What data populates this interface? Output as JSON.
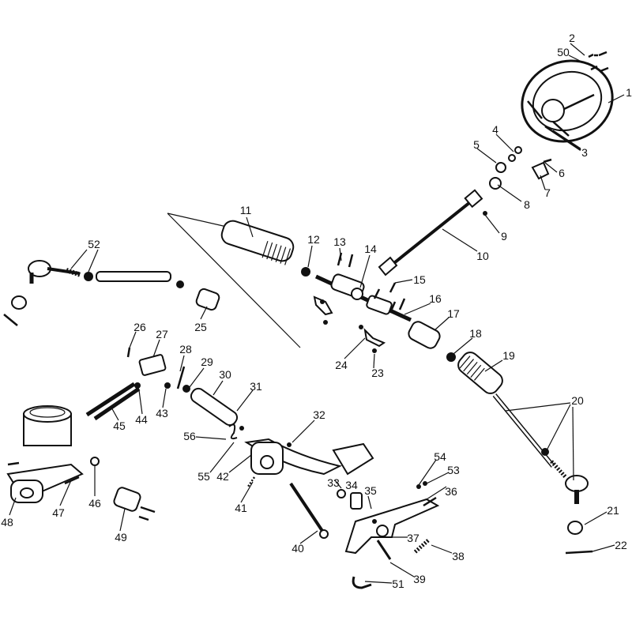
{
  "diagram_title": "",
  "callouts": {
    "c1": "1",
    "c2": "2",
    "c3": "3",
    "c4": "4",
    "c5": "5",
    "c6": "6",
    "c7": "7",
    "c8": "8",
    "c9": "9",
    "c10": "10",
    "c11": "11",
    "c12": "12",
    "c13": "13",
    "c14": "14",
    "c15": "15",
    "c16": "16",
    "c17": "17",
    "c18": "18",
    "c19": "19",
    "c20": "20",
    "c21": "21",
    "c22": "22",
    "c23": "23",
    "c24": "24",
    "c25": "25",
    "c26": "26",
    "c27": "27",
    "c28": "28",
    "c29": "29",
    "c30": "30",
    "c31": "31",
    "c32": "32",
    "c33": "33",
    "c34": "34",
    "c35": "35",
    "c36": "36",
    "c37": "37",
    "c38": "38",
    "c39": "39",
    "c40": "40",
    "c41": "41",
    "c42": "42",
    "c43": "43",
    "c44": "44",
    "c45": "45",
    "c46": "46",
    "c47": "47",
    "c48": "48",
    "c49": "49",
    "c50": "50",
    "c51": "51",
    "c52": "52",
    "c53": "53",
    "c54": "54",
    "c55": "55",
    "c56": "56"
  }
}
